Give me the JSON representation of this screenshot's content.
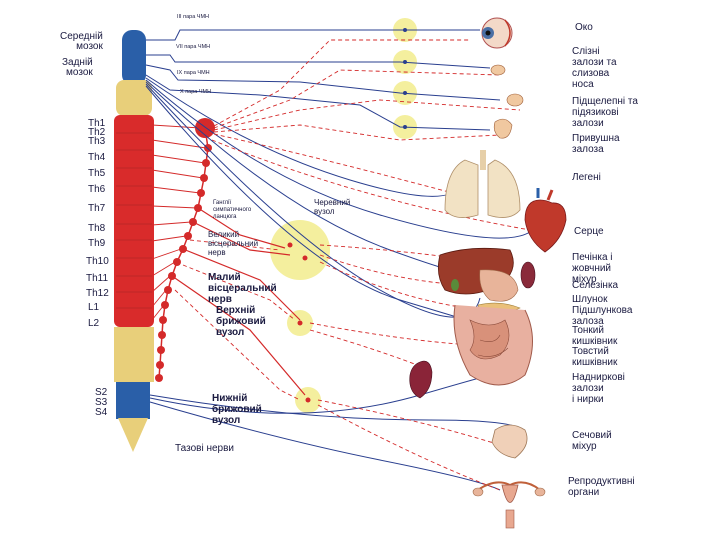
{
  "regions": {
    "midbrain": "Середній\nмозок",
    "hindbrain": "Задній\nмозок"
  },
  "cranial_nerves": [
    "ІІІ пара ЧМН",
    "VІІ пара ЧМН",
    "ІХ пара ЧМН",
    "Х пара ЧМН"
  ],
  "segments": [
    "Th1",
    "Th2",
    "Th3",
    "Th4",
    "Th5",
    "Th6",
    "Th7",
    "Th8",
    "Th9",
    "Th10",
    "Th11",
    "Th12",
    "L1",
    "L2",
    "S2",
    "S3",
    "S4"
  ],
  "ganglia": {
    "chain": "Ганглії\nсимпатичного\nланцюга",
    "greater": "Великий\nвісцеральний\nнерв",
    "celiac": "Черевний\nвузол",
    "lesser": "Малий\nвісцеральний\nнерв",
    "superior_mesenteric": "Верхній\nбрижовий\nвузол",
    "inferior_mesenteric": "Нижній\nбрижовий\nвузол",
    "pelvic": "Тазові нерви"
  },
  "organs": [
    "Око",
    "Слізні\nзалози та\nслизова\nноса",
    "Підщелепні та\nпідязикові\nзалози",
    "Привушна\nзалоза",
    "Легені",
    "Серце",
    "Печінка і\nжовчний\nміхур",
    "Селезінка",
    "Шлунок",
    "Підшлункова\nзалоза",
    "Тонкий\nкишківник",
    "Товстий\nкишківник",
    "Надниркові\nзалози\nі нирки",
    "Сечовий\nміхур",
    "Репродуктивні\nоргани"
  ],
  "colors": {
    "sympathetic": "#d42a2a",
    "parasympathetic": "#2a3f8f",
    "ganglion_halo": "#f4ef9e",
    "spinal_blue": "#2a5fa8",
    "spinal_red": "#d92b2b",
    "spinal_sacral": "#e8cf7a"
  }
}
